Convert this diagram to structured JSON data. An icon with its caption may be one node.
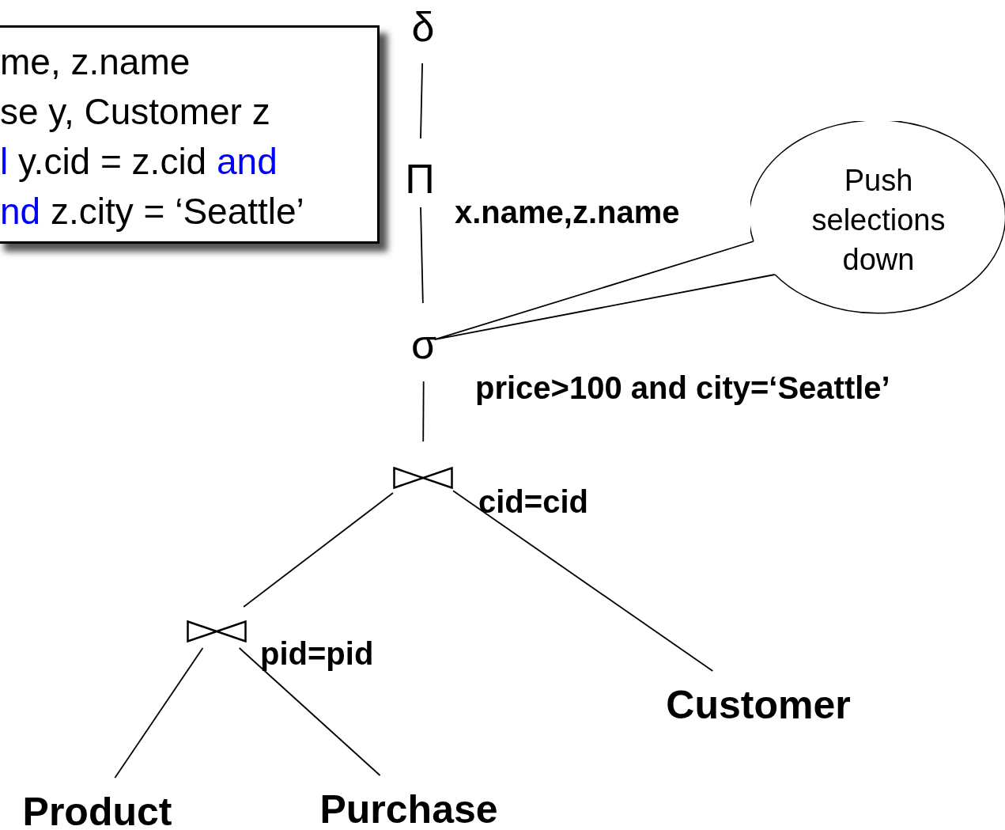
{
  "diagram": {
    "nodes": [
      {
        "text": [
          "me, z.name",
          "se y, Customer z",
          "l",
          "y.cid = z.cid",
          "and",
          "nd",
          "z.city = ‘Seattle’"
        ]
      },
      {
        "text": [
          "δ"
        ]
      },
      {
        "text": [
          "Π"
        ],
        "beside": [
          "x.name,z.name"
        ]
      },
      {
        "text": [
          "σ"
        ],
        "beside": [
          "price>100 and city=‘Seattle’"
        ]
      },
      {
        "text": [],
        "shape": "bowtie",
        "beside": [
          "cid=cid"
        ]
      },
      {
        "text": [],
        "shape": "bowtie",
        "beside": [
          "pid=pid"
        ]
      },
      {
        "text": [
          "Customer"
        ]
      },
      {
        "text": [
          "Product"
        ]
      },
      {
        "text": [
          "Purchase"
        ]
      },
      {
        "text": [
          "Push selections down"
        ]
      }
    ],
    "edges": [
      {
        "from": 1,
        "to": 2,
        "arrow": "none"
      },
      {
        "from": 2,
        "to": 3,
        "arrow": "none"
      },
      {
        "from": 3,
        "to": 4,
        "arrow": "none"
      },
      {
        "from": 4,
        "to": 5,
        "arrow": "none"
      },
      {
        "from": 4,
        "to": 6,
        "arrow": "none"
      },
      {
        "from": 5,
        "to": 7,
        "arrow": "none"
      },
      {
        "from": 5,
        "to": 8,
        "arrow": "none"
      },
      {
        "from": 9,
        "to": 3,
        "arrow": "none"
      }
    ]
  }
}
